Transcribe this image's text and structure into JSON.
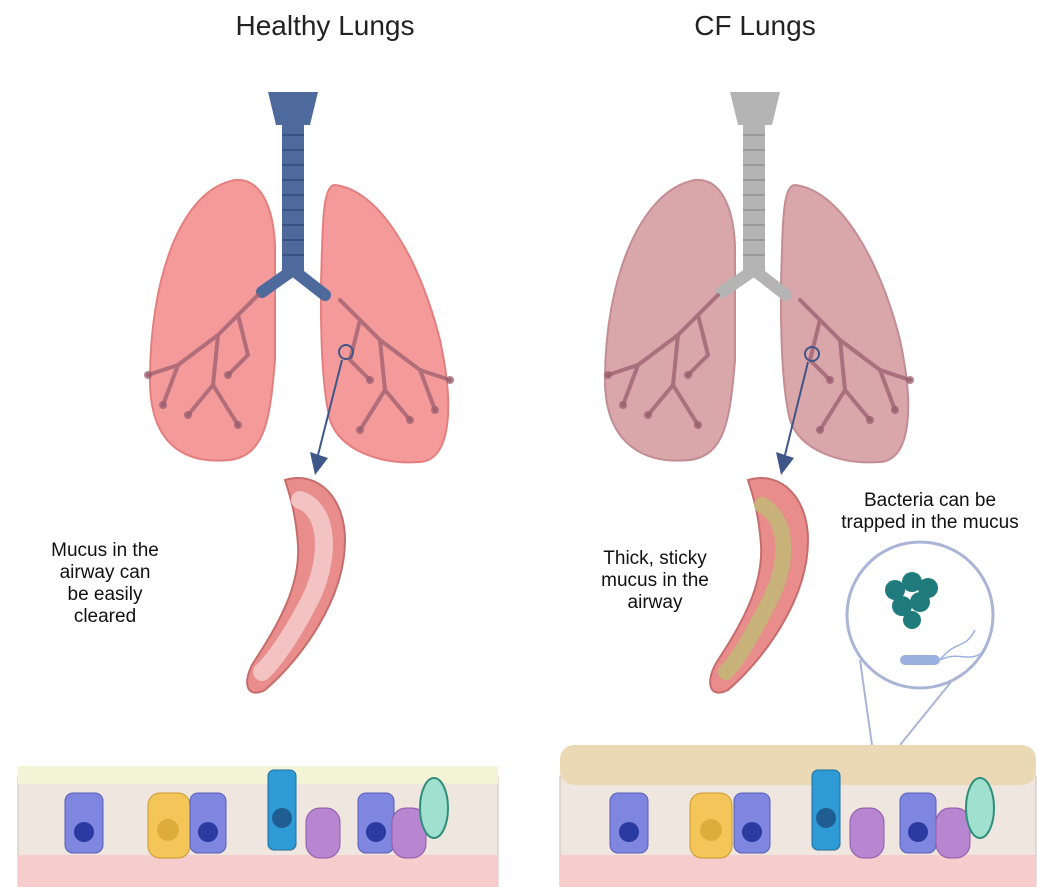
{
  "panels": {
    "healthy": {
      "title": "Healthy Lungs",
      "caption_lines": [
        "Mucus in the",
        "airway can",
        "be easily",
        "cleared"
      ]
    },
    "cf": {
      "title": "CF Lungs",
      "caption_lines": [
        "Thick, sticky",
        "mucus in the",
        "airway"
      ],
      "bacteria_lines": [
        "Bacteria can be",
        "trapped in the mucus"
      ]
    }
  },
  "colors": {
    "healthy_lung": "#f58f8f",
    "cf_lung": "#d9a0a6",
    "healthy_trachea": "#4e6a9c",
    "cf_trachea": "#b4b4b4",
    "arrow": "#3e5788",
    "mucus": "#c8b27a",
    "bacteria": "#1f7b7c"
  }
}
